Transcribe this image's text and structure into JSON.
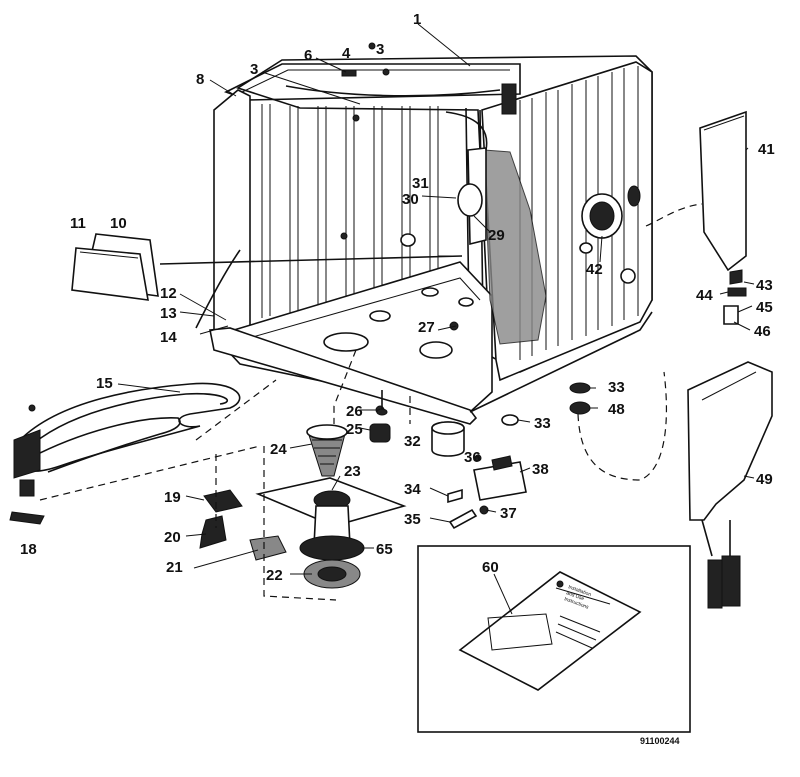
{
  "diagram": {
    "drawing_code": "91100244",
    "manual_title_lines": [
      "Installation",
      "and Use",
      "Instructions"
    ],
    "callouts": {
      "1": "1",
      "3": "3",
      "4": "4",
      "6": "6",
      "8": "8",
      "10": "10",
      "11": "11",
      "12": "12",
      "13": "13",
      "14": "14",
      "15": "15",
      "18": "18",
      "19": "19",
      "20": "20",
      "21": "21",
      "22": "22",
      "23": "23",
      "24": "24",
      "25": "25",
      "26": "26",
      "27": "27",
      "29": "29",
      "30": "30",
      "31": "31",
      "32": "32",
      "33": "33",
      "34": "34",
      "35": "35",
      "36": "36",
      "37": "37",
      "38": "38",
      "41": "41",
      "42": "42",
      "43": "43",
      "44": "44",
      "45": "45",
      "46": "46",
      "48": "48",
      "49": "49",
      "60": "60",
      "65": "65"
    }
  }
}
